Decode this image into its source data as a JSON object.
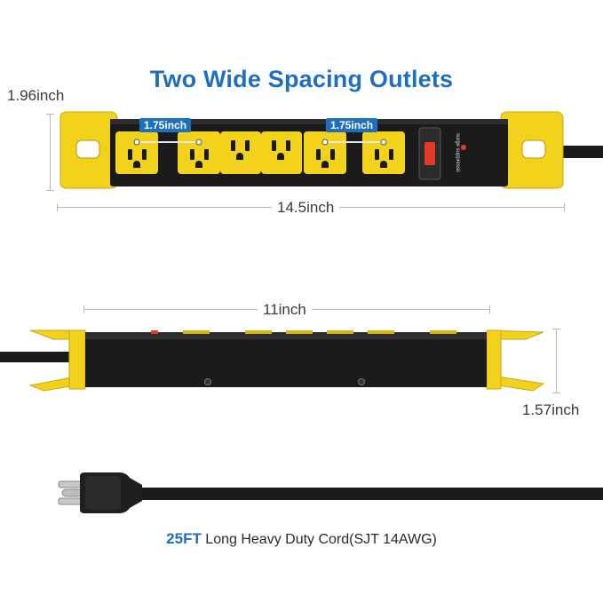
{
  "title": "Two Wide Spacing Outlets",
  "spacing_labels": [
    "1.75inch",
    "1.75inch"
  ],
  "dimensions": {
    "top_height": "1.96inch",
    "top_length": "14.5inch",
    "side_length": "11inch",
    "side_height": "1.57inch"
  },
  "strip_labels": {
    "surge_label": "surge suppression"
  },
  "cord": {
    "length": "25FT",
    "description": "Long Heavy Duty Cord(SJT 14AWG)"
  },
  "colors": {
    "accent_blue": "#1f6fbf",
    "strip_yellow": "#f2d21b",
    "strip_black": "#1b1b1b",
    "switch_red": "#e53a2a"
  }
}
